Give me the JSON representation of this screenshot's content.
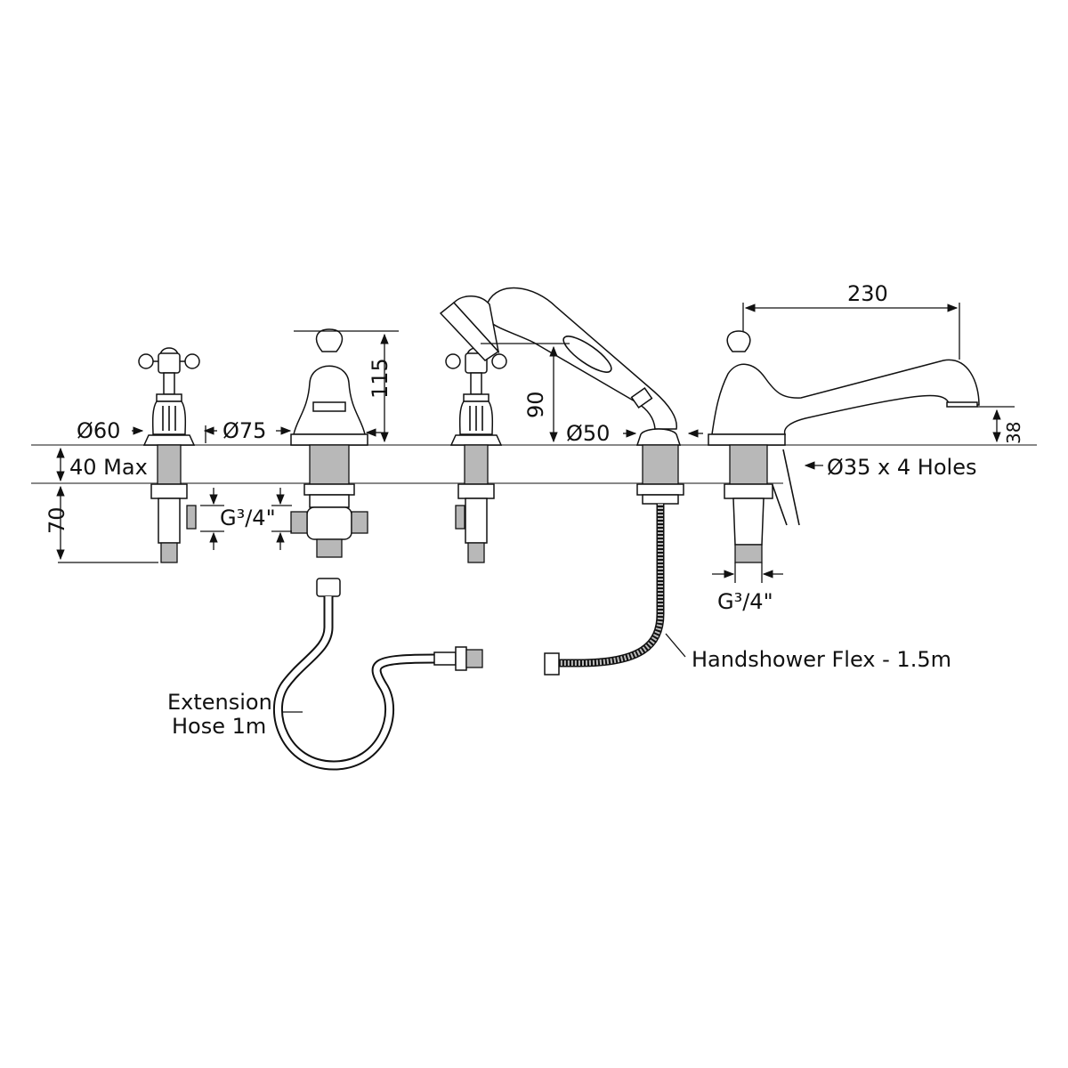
{
  "title": "Bath shower mixer 4-hole deck set - dimension drawing",
  "dimensions": {
    "pillar_base_diameter": "Ø60",
    "valve_base_diameter": "Ø75",
    "valve_height": "115",
    "handshower_height": "90",
    "handshower_base_diameter": "Ø50",
    "spout_reach": "230",
    "spout_clearance": "38",
    "deck_thickness": "40 Max",
    "tail_length": "70",
    "holes": "Ø35 x 4 Holes",
    "inlet_thread_left": "G³/4\"",
    "inlet_thread_right": "G³/4\""
  },
  "labels": {
    "handshower_flex": "Handshower Flex - 1.5m",
    "extension_hose_line1": "Extension",
    "extension_hose_line2": "Hose 1m"
  }
}
